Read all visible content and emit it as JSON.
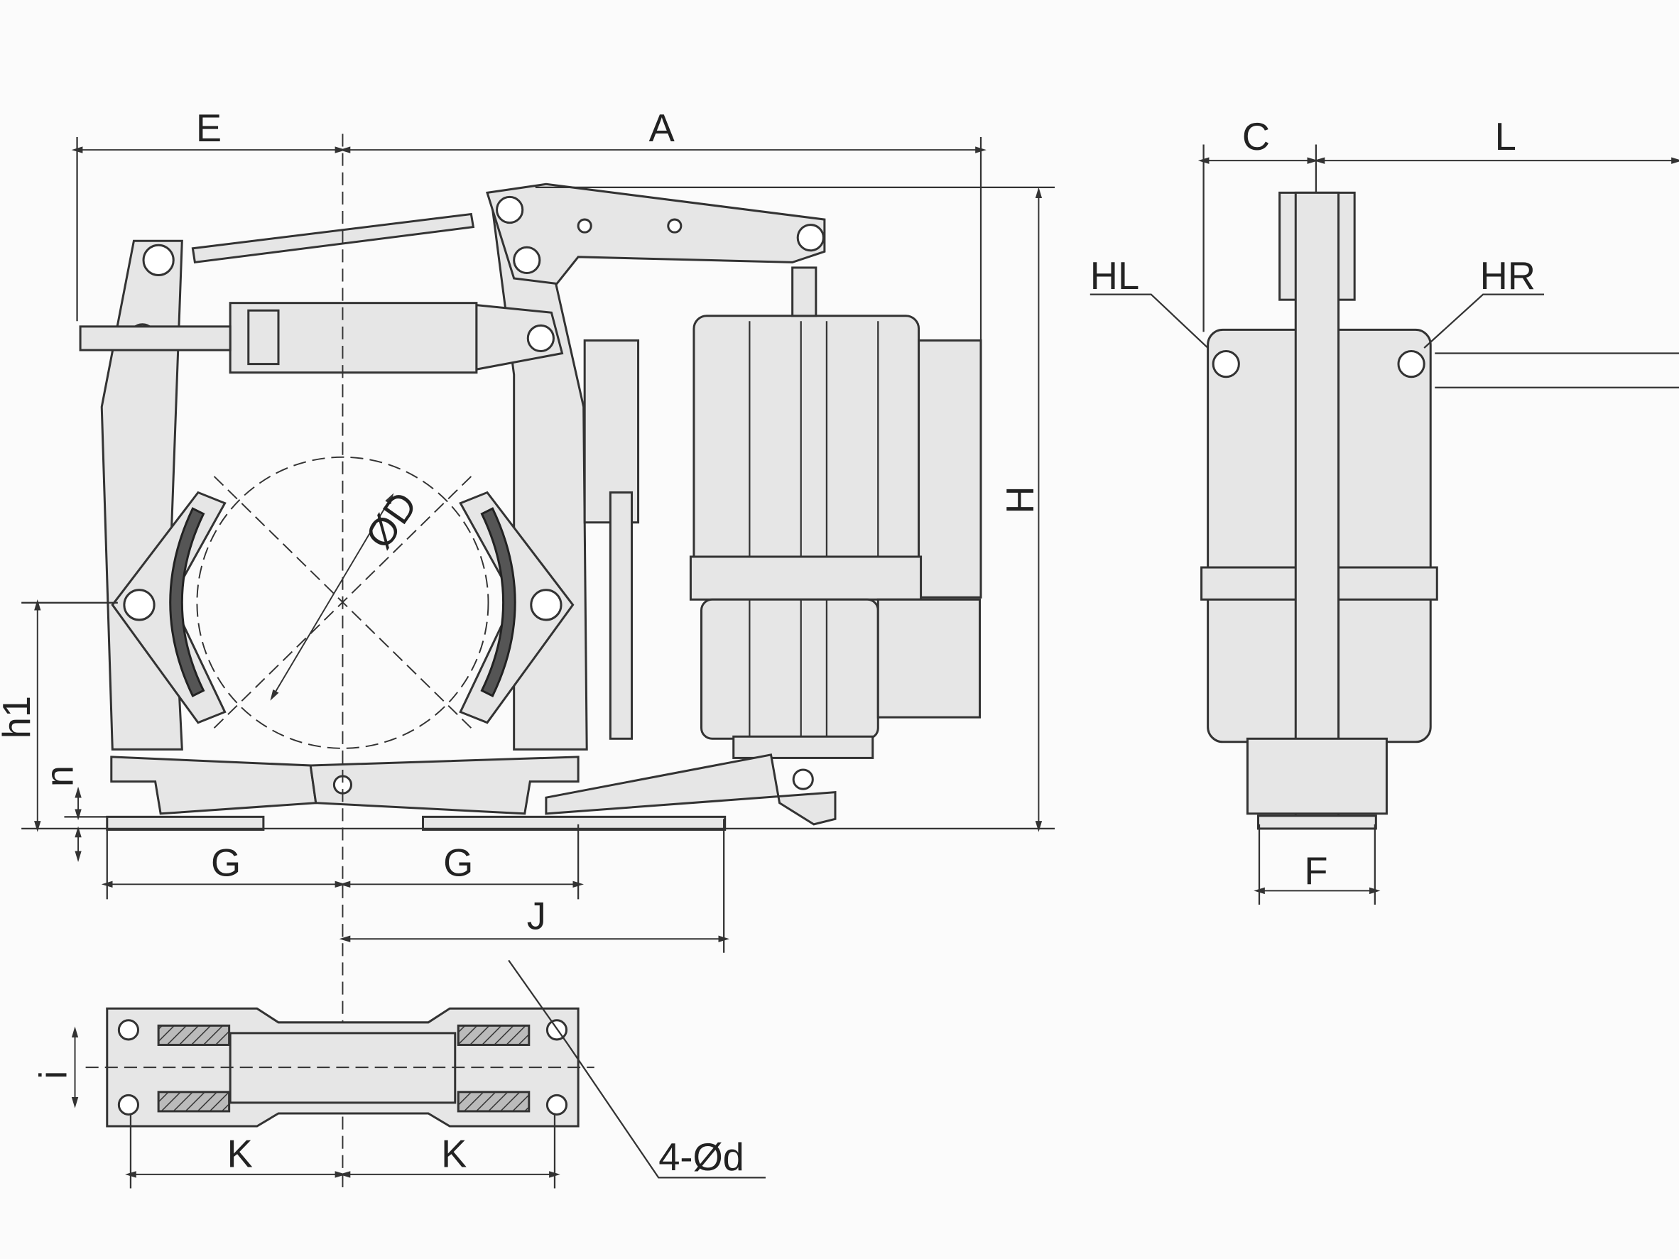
{
  "drawing": {
    "title": "Electro-hydraulic drum brake dimension drawing",
    "labels": {
      "E": "E",
      "A": "A",
      "C": "C",
      "L": "L",
      "HL": "HL",
      "HR": "HR",
      "H": "H",
      "D": "ØD",
      "h1": "h1",
      "n": "n",
      "G_left": "G",
      "G_right": "G",
      "J": "J",
      "F": "F",
      "i": "i",
      "K_left": "K",
      "K_right": "K",
      "holes": "4-Ød"
    },
    "colors": {
      "line": "#333333",
      "fill": "#e6e6e6",
      "lining": "#555555",
      "background": "#fbfbfb"
    }
  }
}
